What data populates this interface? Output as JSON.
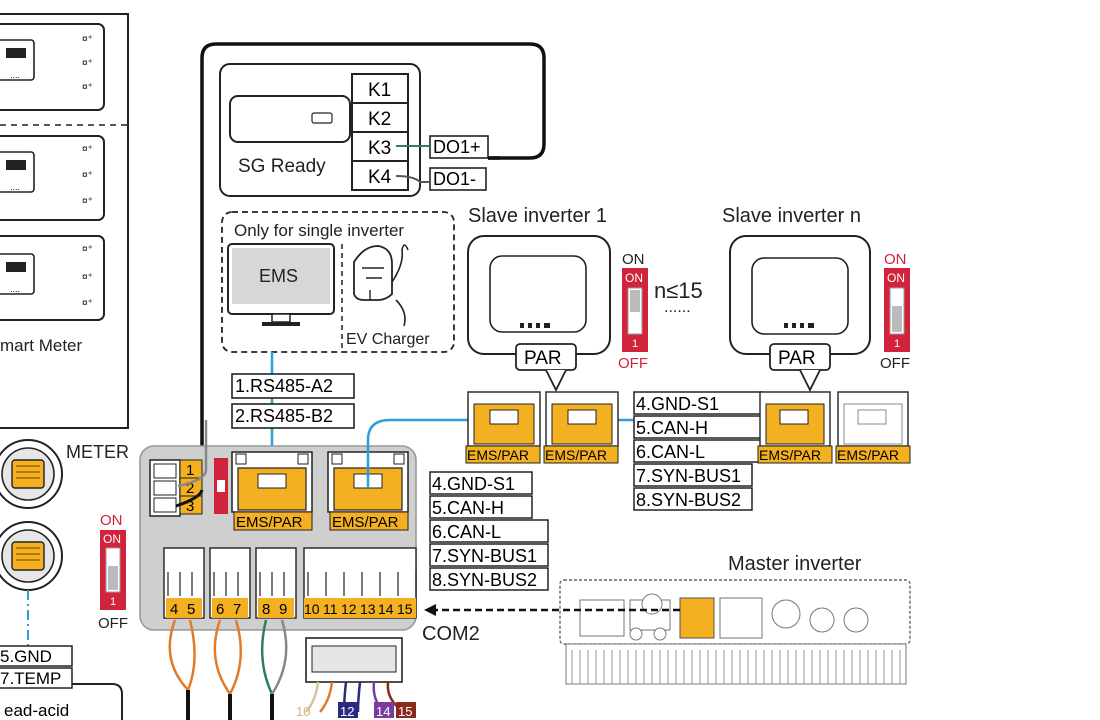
{
  "sg_ready": {
    "label": "SG Ready",
    "terminals": [
      "K1",
      "K2",
      "K3",
      "K4"
    ],
    "do_labels": [
      "DO1+",
      "DO1-"
    ]
  },
  "single_inverter_box": {
    "caption": "Only for single inverter",
    "ems_label": "EMS",
    "ev_label": "EV Charger"
  },
  "rs485_labels": [
    "1.RS485-A2",
    "2.RS485-B2"
  ],
  "slave1": {
    "title": "Slave inverter 1",
    "par": "PAR"
  },
  "slaven": {
    "title": "Slave inverter n",
    "par": "PAR"
  },
  "n_limit": "n≤15",
  "dots": "......",
  "dip": {
    "on": "ON",
    "off": "OFF",
    "num": "1"
  },
  "port_label": "EMS/PAR",
  "can_labels": [
    "4.GND-S1",
    "5.CAN-H",
    "6.CAN-L",
    "7.SYN-BUS1",
    "8.SYN-BUS2"
  ],
  "meter_label": "METER",
  "smart_meter_label": "mart Meter",
  "master_label": "Master inverter",
  "com2_label": "COM2",
  "terminal_numbers": [
    "1",
    "2",
    "3"
  ],
  "terminal_blocks": [
    "4",
    "5",
    "6",
    "7",
    "8",
    "9",
    "10",
    "11",
    "12",
    "13",
    "14",
    "15"
  ],
  "bottom_labels": [
    "5.GND",
    "7.TEMP",
    "ead-acid"
  ],
  "connector_numbers": [
    "10",
    "12",
    "14",
    "15"
  ],
  "colors": {
    "port_orange": "#f3b020",
    "switch_red": "#d2233c",
    "cable_blue": "#2a9fd8",
    "cable_orange": "#e07b2a",
    "cable_green": "#2e7d5f",
    "com_panel": "#cfcfcf"
  }
}
